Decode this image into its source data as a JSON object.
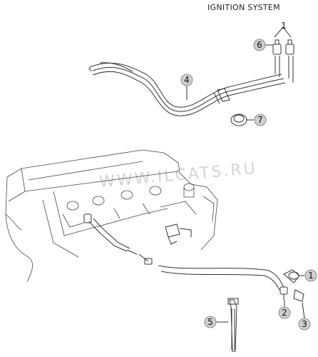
{
  "diagram": {
    "title": "IGNITION SYSTEM",
    "watermark": "WWW.ILCATS.RU",
    "callouts": [
      {
        "id": "callout-1",
        "label": "1"
      },
      {
        "id": "callout-2",
        "label": "2"
      },
      {
        "id": "callout-3",
        "label": "3"
      },
      {
        "id": "callout-4",
        "label": "4"
      },
      {
        "id": "callout-5",
        "label": "5"
      },
      {
        "id": "callout-6",
        "label": "6"
      },
      {
        "id": "callout-7",
        "label": "7"
      }
    ]
  }
}
